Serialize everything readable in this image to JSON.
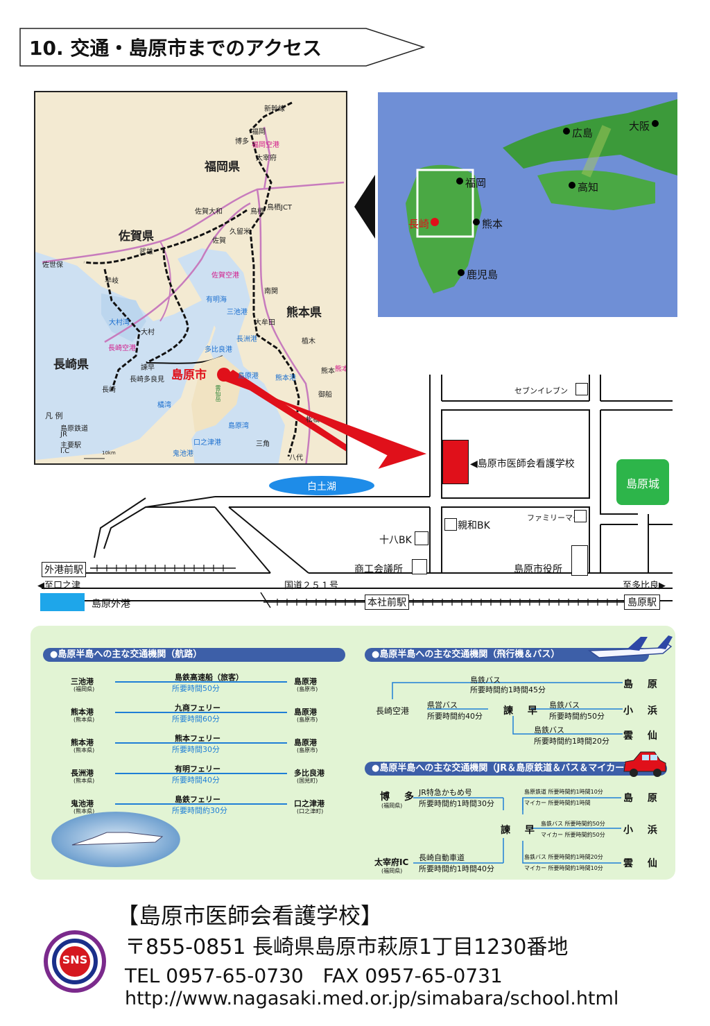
{
  "header": {
    "title": "10. 交通・島原市までのアクセス"
  },
  "map_kyushu": {
    "prefs": [
      "福岡県",
      "佐賀県",
      "熊本県",
      "長崎県"
    ],
    "city_main": "島原市",
    "stations": [
      "新幹線",
      "博多",
      "福岡",
      "福岡空港",
      "太宰府",
      "佐賀大和",
      "鳥栖JCT",
      "鳥栖",
      "久留米",
      "佐賀",
      "武雄",
      "佐世保",
      "早岐",
      "大村",
      "長崎空港",
      "長崎",
      "諫早",
      "長崎多良見",
      "南関",
      "大牟田",
      "植木",
      "熊本",
      "熊本空港",
      "御船",
      "松橋",
      "八代",
      "佐賀空港"
    ],
    "seas": [
      "有明海",
      "大村湾",
      "橘湾",
      "島原湾",
      "三池港",
      "長洲港",
      "多比良港",
      "島原港",
      "熊本港",
      "口之津港",
      "鬼池港",
      "三角"
    ],
    "mountain": "雲仙岳",
    "legend": {
      "title": "凡 例",
      "items": [
        "島原鉄道",
        "JR",
        "主要駅",
        "I.C"
      ],
      "scale": "10km"
    }
  },
  "map_japan": {
    "cities": [
      "広島",
      "大阪",
      "福岡",
      "高知",
      "長崎",
      "熊本",
      "鹿児島"
    ]
  },
  "street_map": {
    "seven": "セブンイレブン",
    "school": "◀島原市医師会看護学校",
    "castle": "島原城",
    "lake": "白土湖",
    "shinwa": "親和BK",
    "family": "ファミリーマート",
    "juhachi": "十八BK",
    "shoko": "商工会議所",
    "cityhall": "島原市役所",
    "station_left": "外港前駅",
    "to_left": "◀至口之津",
    "road": "国道２５１号",
    "to_right": "至多比良▶",
    "port_legend": "島原外港",
    "station_mid": "本社前駅",
    "station_right": "島原駅"
  },
  "panel": {
    "ferry_title": "●島原半島への主な交通機関（航路）",
    "ferry_rows": [
      {
        "from": "三池港",
        "from_pref": "(福岡県)",
        "name": "島鉄高速船（旅客）",
        "time": "所要時間50分",
        "to": "島原港",
        "to_city": "(島原市)"
      },
      {
        "from": "熊本港",
        "from_pref": "(熊本県)",
        "name": "九商フェリー",
        "time": "所要時間60分",
        "to": "島原港",
        "to_city": "(島原市)"
      },
      {
        "from": "熊本港",
        "from_pref": "(熊本県)",
        "name": "熊本フェリー",
        "time": "所要時間30分",
        "to": "島原港",
        "to_city": "(島原市)"
      },
      {
        "from": "長洲港",
        "from_pref": "(熊本県)",
        "name": "有明フェリー",
        "time": "所要時間40分",
        "to": "多比良港",
        "to_city": "(国見町)"
      },
      {
        "from": "鬼池港",
        "from_pref": "(熊本県)",
        "name": "島鉄フェリー",
        "time": "所要時間約30分",
        "to": "口之津港",
        "to_city": "(口之津町)"
      }
    ],
    "air_title": "●島原半島への主な交通機関（飛行機＆バス）",
    "air": {
      "origin": "長崎空港",
      "top_bus": "島鉄バス",
      "top_time": "所要時間約1時間45分",
      "mid_bus": "県営バス",
      "mid_time": "所要時間約40分",
      "hub": "諫 早",
      "r1_bus": "島鉄バス",
      "r1_time": "所要時間約50分",
      "r2_bus": "島鉄バス",
      "r2_time": "所要時間約1時間20分",
      "dest1": "島 原",
      "dest2": "小 浜",
      "dest3": "雲 仙"
    },
    "jr_title": "●島原半島への主な交通機関（JR＆島原鉄道＆バス＆マイカー）",
    "jr": {
      "from1": "博 多",
      "from1_pref": "(福岡県)",
      "l1": "JR特急かもめ号",
      "l1_time": "所要時間約1時間30分",
      "from2": "太宰府IC",
      "from2_pref": "(福岡県)",
      "l2": "長崎自動車道",
      "l2_time": "所要時間約1時間40分",
      "hub": "諫 早",
      "d1a": "島原鉄道 所要時間約1時間10分",
      "d1b": "マイカー 所要時間約1時間",
      "d2a": "島鉄バス 所要時間約50分",
      "d2b": "マイカー 所要時間約50分",
      "d3a": "島鉄バス 所要時間約1時間20分",
      "d3b": "マイカー 所要時間約1時間10分",
      "dest1": "島 原",
      "dest2": "小 浜",
      "dest3": "雲 仙"
    }
  },
  "footer": {
    "logo": "SNS",
    "name": "【島原市医師会看護学校】",
    "address": "〒855-0851 長崎県島原市萩原1丁目1230番地",
    "tel": "TEL 0957-65-0730　FAX 0957-65-0731",
    "url": "http://www.nagasaki.med.or.jp/simabara/school.html"
  },
  "colors": {
    "accent_red": "#e0101a",
    "castle_green": "#2db54a",
    "pill_blue": "#3d5fa8",
    "panel_green": "#e2f4d4",
    "lake_blue": "#1e8ce8"
  }
}
